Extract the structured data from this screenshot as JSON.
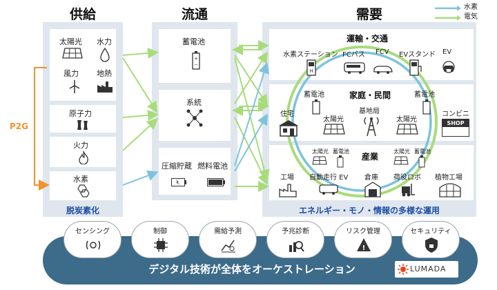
{
  "legend": {
    "hydrogen": "水素",
    "electricity": "電気"
  },
  "colors": {
    "hydrogen": "#7ec3dc",
    "electricity": "#a8dc7a",
    "p2g": "#f0922e",
    "footer_text": "#1d4fa3",
    "band": "#3d6b8a"
  },
  "columns": {
    "supply": "供給",
    "distribution": "流通",
    "demand": "需要"
  },
  "supply": {
    "solar": "太陽光",
    "hydro": "水力",
    "wind": "風力",
    "geothermal": "地熱",
    "nuclear": "原子力",
    "thermal": "火力",
    "hydrogen": "水素",
    "footer": "脱炭素化"
  },
  "p2g": "P2G",
  "distribution": {
    "battery": "蓄電池",
    "grid": "系統",
    "compressed": "圧縮貯蔵",
    "fuelcell": "燃料電池"
  },
  "demand": {
    "transport": {
      "title": "運輸・交通",
      "items": [
        "水素ステーション",
        "FCバス",
        "FCV",
        "EVスタンド",
        "EV"
      ]
    },
    "home": {
      "title": "家庭・民間",
      "battery_left": "蓄電池",
      "battery_right": "蓄電池",
      "house": "住宅",
      "solar_left": "太陽光",
      "base_station": "基地局",
      "solar_right": "太陽光",
      "convenience": "コンビニ",
      "shop": "SHOP"
    },
    "industry": {
      "title": "産業",
      "small_solar_left": "太陽光",
      "small_battery_left": "蓄電池",
      "small_solar_right": "太陽光",
      "small_battery_right": "蓄電池",
      "items": [
        "工場",
        "自動走行 EV",
        "倉庫",
        "荷役ロボ",
        "植物工場"
      ]
    },
    "footer": "エネルギー・モノ・情報の多様な運用"
  },
  "digital": {
    "pills": [
      "センシング",
      "制御",
      "需給予測",
      "予兆診断",
      "リスク管理",
      "セキュリティ"
    ],
    "banner": "デジタル技術が全体をオーケストレーション",
    "logo": "LUMADA"
  }
}
